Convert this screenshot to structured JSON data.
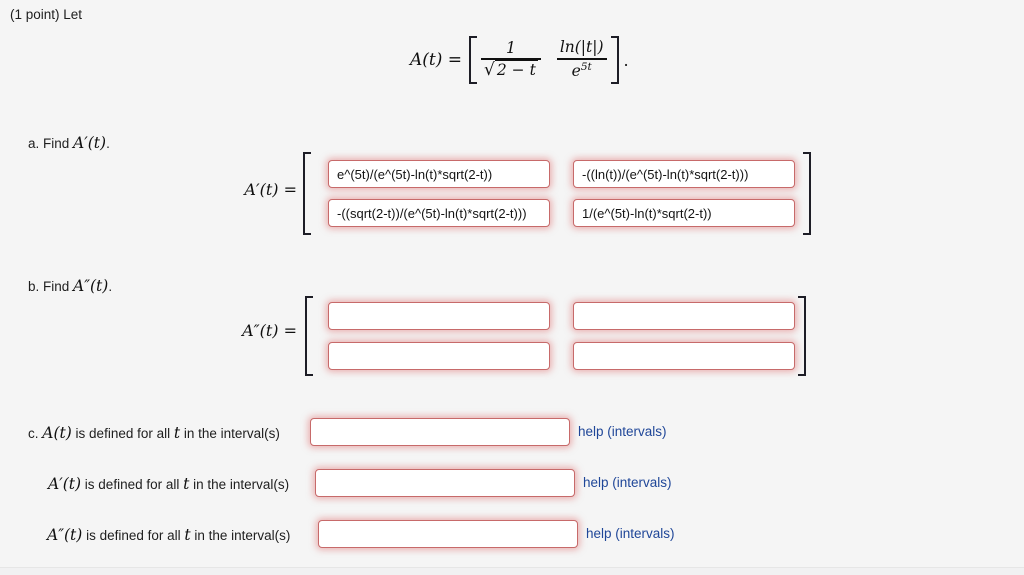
{
  "header": {
    "points_label": "(1 point) Let"
  },
  "equation": {
    "lhs": "A(t) =",
    "m11_num": "1",
    "sqrt_symbol": "√",
    "m11_radicand": "2 − t",
    "m12_num": "ln(|t|)",
    "m12_den_base": "e",
    "m12_den_exp": "5t",
    "period": "."
  },
  "section_a": {
    "heading_prefix": "a. Find ",
    "heading_math": "A′(t)",
    "heading_period": ".",
    "matrix_label": "A′(t) =",
    "answers": [
      "e^(5t)/(e^(5t)-ln(t)*sqrt(2-t))",
      "-((ln(t))/(e^(5t)-ln(t)*sqrt(2-t)))",
      "-((sqrt(2-t))/(e^(5t)-ln(t)*sqrt(2-t)))",
      "1/(e^(5t)-ln(t)*sqrt(2-t))"
    ]
  },
  "section_b": {
    "heading_prefix": "b. Find ",
    "heading_math": "A″(t)",
    "heading_period": ".",
    "matrix_label": "A″(t) =",
    "answers": [
      "",
      "",
      "",
      ""
    ]
  },
  "section_c": {
    "rows": [
      {
        "prefix": "c. ",
        "math": "A(t)",
        "mid": " is defined for all ",
        "t_var": "t",
        "suffix": " in the interval(s)",
        "value": "",
        "help_label": "help (intervals)"
      },
      {
        "prefix": "",
        "math": "A′(t)",
        "mid": " is defined for all ",
        "t_var": "t",
        "suffix": " in the interval(s)",
        "value": "",
        "help_label": "help (intervals)"
      },
      {
        "prefix": "",
        "math": "A″(t)",
        "mid": " is defined for all ",
        "t_var": "t",
        "suffix": " in the interval(s)",
        "value": "",
        "help_label": "help (intervals)"
      }
    ]
  }
}
